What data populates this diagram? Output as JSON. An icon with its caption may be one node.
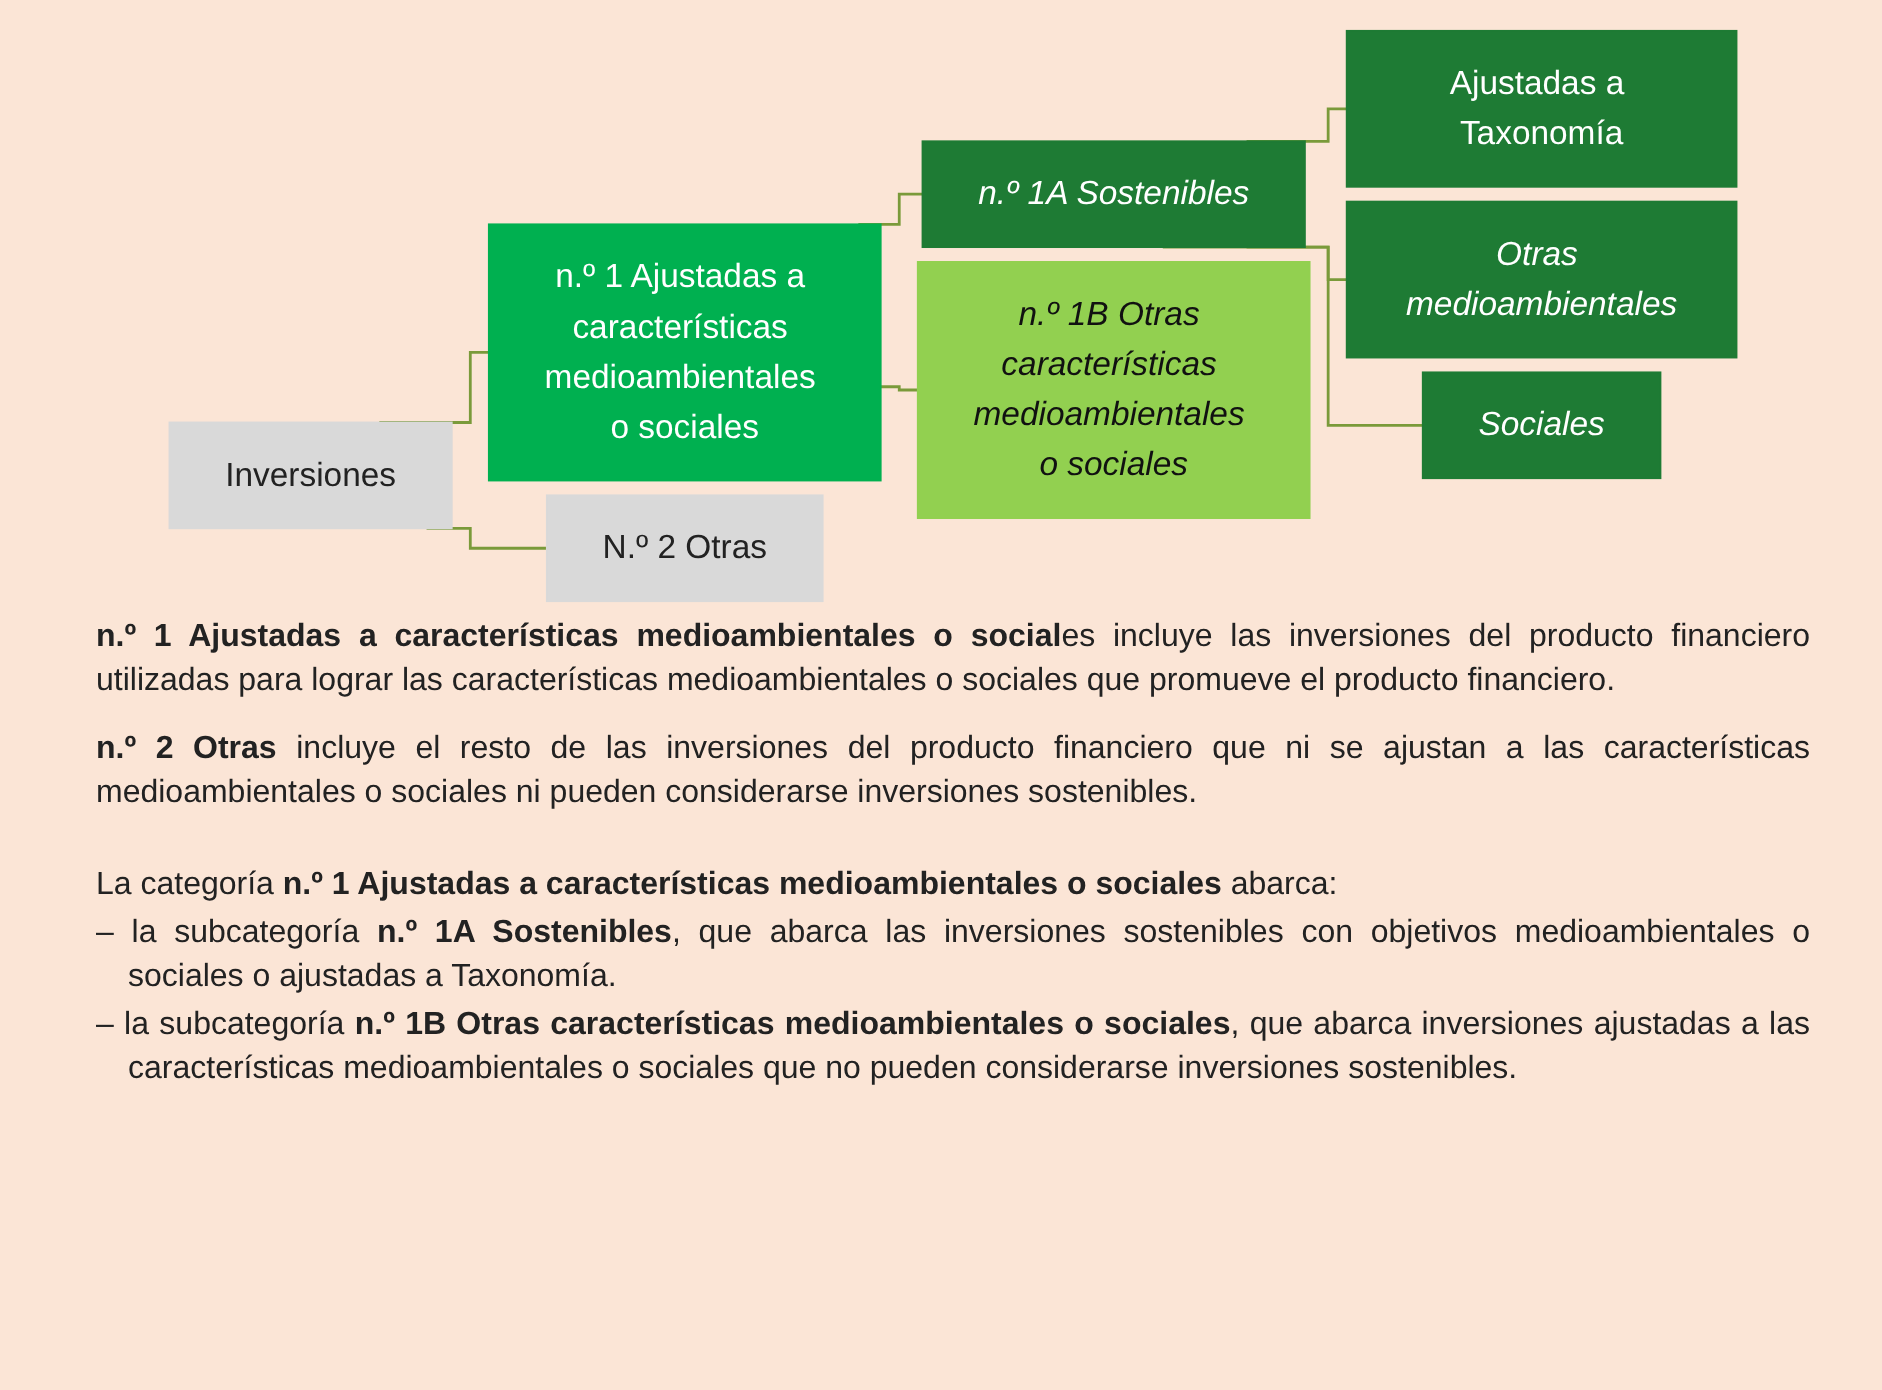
{
  "diagram": {
    "nodes": [
      {
        "text": [
          "Inversiones"
        ]
      },
      {
        "text": [
          "n.º 1 Ajustadas a características medioambientales o sociales"
        ]
      },
      {
        "text": [
          "N.º 2 Otras"
        ]
      },
      {
        "text": [
          "n.º 1A Sostenibles"
        ]
      },
      {
        "text": [
          "n.º 1B Otras características medioambientales o sociales"
        ]
      },
      {
        "text": [
          "Ajustadas a Taxonomía"
        ]
      },
      {
        "text": [
          "Otras medioambientales"
        ]
      },
      {
        "text": [
          "Sociales"
        ]
      }
    ],
    "edges": [
      {
        "from": 0,
        "to": 1,
        "arrow": "none"
      },
      {
        "from": 0,
        "to": 2,
        "arrow": "none"
      },
      {
        "from": 1,
        "to": 3,
        "arrow": "none"
      },
      {
        "from": 1,
        "to": 4,
        "arrow": "none"
      },
      {
        "from": 3,
        "to": 5,
        "arrow": "none"
      },
      {
        "from": 3,
        "to": 6,
        "arrow": "none"
      },
      {
        "from": 3,
        "to": 7,
        "arrow": "none"
      }
    ],
    "labels": [
      "**n.º 1 Ajustadas a características medioambientales o social**es incluye las inversiones del producto financiero utilizadas para lograr las características medioambientales o sociales que promueve el producto financiero.",
      "**n.º 2 Otras** incluye el resto de las inversiones del producto financiero que ni se ajustan a las características medioambientales o sociales ni pueden considerarse inversiones sostenibles.",
      "La categoría **n.º 1 Ajustadas a características medioambientales o sociales** abarca:",
      "‒ la subcategoría **n.º 1A Sostenibles**, que abarca las inversiones sostenibles con objetivos medioambientales o sociales o ajustadas a Taxonomía.",
      "‒ la subcategoría **n.º 1B Otras características medioambientales o sociales**, que abarca inversiones ajustadas a las características medioambientales o sociales que no pueden considerarse inversiones sostenibles."
    ]
  }
}
